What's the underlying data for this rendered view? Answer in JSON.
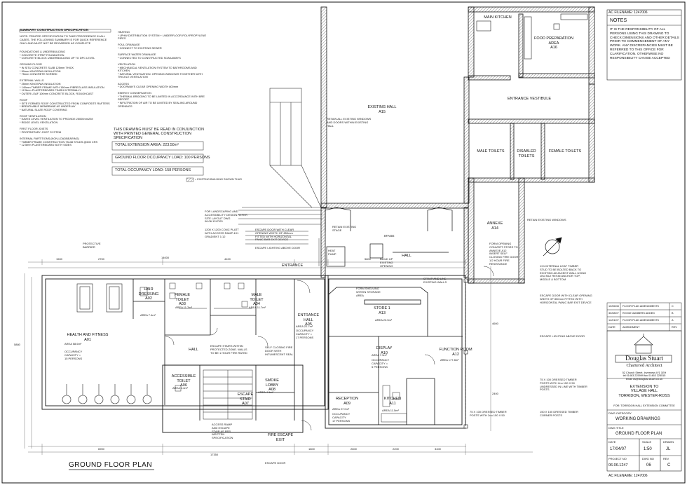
{
  "filename_label": "AC FILENAME: 1247006",
  "drawing_title": "GROUND FLOOR PLAN",
  "notes_title": "NOTES",
  "notes_text": "IT IS THE RESPONSIBILITY OF ALL PERSONS USING THIS DRAWING TO CHECK DIMENSIONS AND OTHER DETAILS PRIOR TO COMMENCEMENT OF ANY WORK. ANY DISCREPANCIES MUST BE REFERRED TO THIS OFFICE FOR CLARIFICATION. OTHERWISE NO RESPONSIBILITY CAN BE ACCEPTED",
  "spec": {
    "heading": "SUMMARY CONSTRUCTION SPECIFICATION",
    "intro": "NOTE: PRINTED SPECIFICATION TO TAKE PRECEDENCE IN ALL CASES. THE FOLLOWING SUMMARY IS FOR QUICK REFERENCE ONLY AND MUST NOT BE REGARDED AS COMPLETE",
    "col1": "FOUNDATIONS & UNDERBUILDING\n* CONCRETE STRIP FOUNDATION\n* CONCRETE BLOCK UNDERBUILDING UP TO DPC LEVEL\n\nGROUND FLOOR\n* IN SITU CONCRETE SLAB 125mm THICK\n* 50mm KINGSPAN INSULATION\n* 75mm CONCRETE SCREED\n\nEXTERNAL WALLS\n* 25mm KINGSPAN INSULATION\n* 140mm TIMBER FRAME WITH 150mm FIBREGLASS INSULATION\n* 12.5mm PLASTERBOARD FINISH INTERNALLY\n* OUTER LEAF 100mm CONCRETE BLOCK, ROUGHCAST\n\nROOF\n* SITE FORMED ROOF CONSTRUCTED FROM COMPOSITE RAFTERS\n* BREATHABLE MEMBRANE AS UNDERLAY\n* NATURAL SLATE ROOF COVERING\n\nROOF VENTILATION\n* EAVES LEVEL VENTILATION TO PROVIDE 25000mm2/M\n* RIDGE LEVEL VENTILATION\n\nFIRST FLOOR JOISTS\n* PROPRIETARY JOIST SYSTEM\n\nINTERNAL PARTITIONS (NON-LOADBEARING)\n* TIMBER FRAME CONSTRUCTION 75x38 STUDS @600 CRS\n* 12.5mm PLASTERBOARD BOTH SIDES",
    "col2": "HEATING\n* LPHW DISTRIBUTION SYSTEM + UNDERFLOOR POLYPROPYLENE PIPES\n\nFOUL DRAINAGE\n* CONNECT TO EXISTING SEWER\n\nSURFACE WATER DRAINAGE\n* CONNECTED TO CONSTRUCTED SOAKAWAYS\n\nVENTILATION\n* MECHANICAL VENTILATION SYSTEM TO BATHROOMS AND KITCHEN\n* NATURAL VENTILATION: OPENING WINDOWS TOGETHER WITH TRICKLE VENTILATION\n\nACCESS\n* DOORWAYS CLEAR OPENING WIDTH 800mm\n\nENERGY CONSERVATION\n* THERMAL BRIDGING TO BE LIMITED IN ACCORDANCE WITH BRE REPORT\n* INFILTRATION OF AIR TO BE LIMITED BY SEALING AROUND OPENINGS"
  },
  "conjunction_note": "THIS DRAWING MUST BE READ IN CONJUNCTION WITH PRINTED GENERAL CONSTRUCTION SPECIFICATION",
  "extension_area": "TOTAL EXTENSION AREA: 223.50m²",
  "ground_occupancy": "GROUND FLOOR OCCUPANCY LOAD: 100 PERSONS",
  "total_occupancy": "TOTAL OCCUPANCY LOAD: 158 PERSONS",
  "legend_existing": "= EXISTING BUILDING SHOWN THUS",
  "rooms": {
    "main_kitchen": "MAIN KITCHEN",
    "food_prep": "FOOD PREPARATION\nAREA\nA16",
    "existing_hall": "EXISTING HALL\nA15",
    "entrance_vestibule": "ENTRANCE VESTIBULE",
    "male_toilets": "MALE TOILETS",
    "disabled_toilets": "DISABLED\nTOILETS",
    "female_toilets": "FEMALE TOILETS",
    "annexe": "ANNEXE\nA14",
    "stage": "STAGE",
    "hall_existing": "HALL",
    "entrance": "ENTRANCE",
    "hair_dressing": "HAIR\nDRESSING\nA02",
    "female_toilet": "FEMALE\nTOILET\nA03",
    "male_toilet": "MALE\nTOILET\nA04",
    "entrance_hall": "ENTRANCE\nHALL\nA05",
    "store": "STORE 1\nA13",
    "health_fitness": "HEALTH AND FITNESS\nA01",
    "hall": "HALL",
    "display": "DISPLAY\nA10",
    "function_room": "FUNCTION ROOM\nA12",
    "accessible_toilet": "ACCESSIBLE\nTOILET\nA06",
    "smoke_lobby": "SMOKE\nLOBBY\nA08",
    "escape_stair": "ESCAPE\nSTAIR\nA07",
    "reception": "RECEPTION\nA09",
    "kitchen": "KITCHEN\nA11",
    "fire_escape_exit": "FIRE ESCAPE\nEXIT"
  },
  "occupancy_notes": {
    "health": "OCCUPANCY\nCAPACITY =\n15 PERSONS",
    "entrance_hall": "OCCUPANCY\nCAPACITY =\n17 PERSONS",
    "display": "OCCUPANCY\nCAPACITY =\n5 PERSONS",
    "reception": "OCCUPANCY\nCAPACITY\n17 PERSONS"
  },
  "annotations": {
    "landscaping": "FOR LANDSCAPING AND\nACCESSIBILITY DESIGN REFER\nSITE LAYOUT DWG\n06.06.1247/03",
    "platt": "1200 X 1200 CONC PLATT\nWITH ACCESS RAMP 4X1\nGRADIENT 1:12",
    "escape_door": "ESCAPE DOOR WITH CLEAR\nOPENING WIDTH OF 850mm\nFITTED WITH HORIZONTAL\nPANIC BAR EXIT DEVICE",
    "escape_lighting": "ESCAPE LIGHTING ABOVE DOOR",
    "retain_windows": "RETAIN ALL EXISTING WINDOWS\nAND DOORS WITHIN EXISTING\nHALL",
    "retain_windows_annexe": "RETAIN EXISTING WINDOWS",
    "fire_door": "FORM OPENING\nCONVERT STORE TO\nANNEXE A12\nINSERT SELF\nCLOSING FIRE DOOR\n1/2 HOUR FIRE\nRESISTANCE",
    "internal_lintel": "1X1 INTERNAL LEAF TIMBER\nSTUD TO BE BOLTED BACK TO\nEXISTING ADJACENT WALL USING\n1No M12 RESIN ANCHOR TOP,\nMIDDLE & BOTTOM",
    "escape_door_right": "ESCAPE DOOR WITH CLEAR OPENING\nWIDTH OF 850mm FITTED WITH\nHORIZONTAL PANIC BAR EXIT DEVICE",
    "escape_lighting_right": "ESCAPE LIGHTING ABOVE DOOR",
    "dressed_timber_1": "75 X 100 DRESSED TIMBER\nPOSTS WITH 2no 150 X 50\nUNDRESSED IN LINE WITH TIMBER\nPOSTS",
    "dressed_timber_2": "75 X 100 DRESSED TIMBER\nPOSTS WITH 2no 150 X 50",
    "dressed_timber_3": "150 X 150 DRESSED TIMBER\nCORNER POSTS",
    "escape_stairs": "ESCAPE STAIRS WITHIN\nPROTECTED ZONE. WALLS\nTO BE 1 HOUR FIRE RATED",
    "self_closing": "SELF CLOSING FIRE\nDOOR WITH\nINTUMESCENT SEAL",
    "access_ramp": "ACCESS RAMP\nAND ESCAPE\nSTAIR AS PER\nWRITTEN\nSPECIFICATION",
    "strap_line": "STRAP AND LINE\nEXISTING WALLS",
    "form_shelving": "FORM SHELVING\nWITHIN STORAGE\nAREA",
    "protective_barrier": "PROTECTIVE\nBARRIER",
    "escape_door_bottom": "ESCAPE DOOR",
    "heat_pump": "HEAT\nPUMP",
    "build_up": "BUILD UP\nEXISTING\nOPENING",
    "retain_stage": "RETAIN EXISTING\nSTAGE"
  },
  "dimensions": {
    "d1": "1500",
    "d2": "2700",
    "d3": "14000",
    "d4": "4100",
    "d5": "5800",
    "d6": "6900",
    "d7": "17350",
    "d8": "1800",
    "d9": "2600",
    "d10": "2200",
    "d11": "3400",
    "d12": "5880",
    "d13": "4600",
    "d14": "2400"
  },
  "revisions": [
    {
      "date": "10/06/08",
      "desc": "FLOOR PLAN AMENDMENTS",
      "rev": "C"
    },
    {
      "date": "30/08/07",
      "desc": "ROOM NUMBERS ADDED",
      "rev": "B"
    },
    {
      "date": "14/01/07",
      "desc": "FLOOR PLAN AMENDMENTS",
      "rev": "A"
    },
    {
      "date": "DATE",
      "desc": "AMENDMENT",
      "rev": "REV"
    }
  ],
  "architect": {
    "name": "Douglas Stuart",
    "subtitle": "Chartered Architect",
    "address": "52 Church Street, Inverness IV1 1EH\ntel 01463 225999  fax 01463 225515\nemail ds@douglas-stuart.co.uk"
  },
  "project": {
    "title": "EXTENSION TO\nVILLAGE HALL\nTORRIDON, WESTER-ROSS",
    "client": "FOR: TORRIDON HALL EXTENSION COMMITTEE"
  },
  "dwg_category_label": "DWG CATEGORY",
  "dwg_category": "WORKING DRAWINGS",
  "dwg_title_label": "DWG TITLE",
  "dwg_title": "GROUND FLOOR PLAN",
  "date_label": "DATE",
  "date": "17/04/07",
  "scale_label": "SCALE",
  "scale": "1:50",
  "drawn_label": "DRAWN",
  "drawn": "JL",
  "project_no_label": "PROJECT NO",
  "project_no": "06.06.1247",
  "dwg_no_label": "DWG NO",
  "dwg_no": "06",
  "rev_label": "REV",
  "rev": "C",
  "area_labels": {
    "a01": "AREA 58.6m²",
    "a02": "AREA 7.4m²",
    "a03": "AREA 11.7m²",
    "a04": "AREA 11.7m²",
    "a05": "AREA 22.7m²",
    "a06": "AREA 4.4m²",
    "a07": "AREA 6.8m²",
    "a08": "AREA 4.1m²",
    "a09": "AREA 27.0m²",
    "a10": "AREA 7.9m²",
    "a11": "AREA 11.5m²",
    "a12": "AREA 177.8m²",
    "a13": "AREA 23.5m²"
  },
  "colors": {
    "line": "#111111",
    "hatch": "#555555",
    "grey": "#888888"
  }
}
